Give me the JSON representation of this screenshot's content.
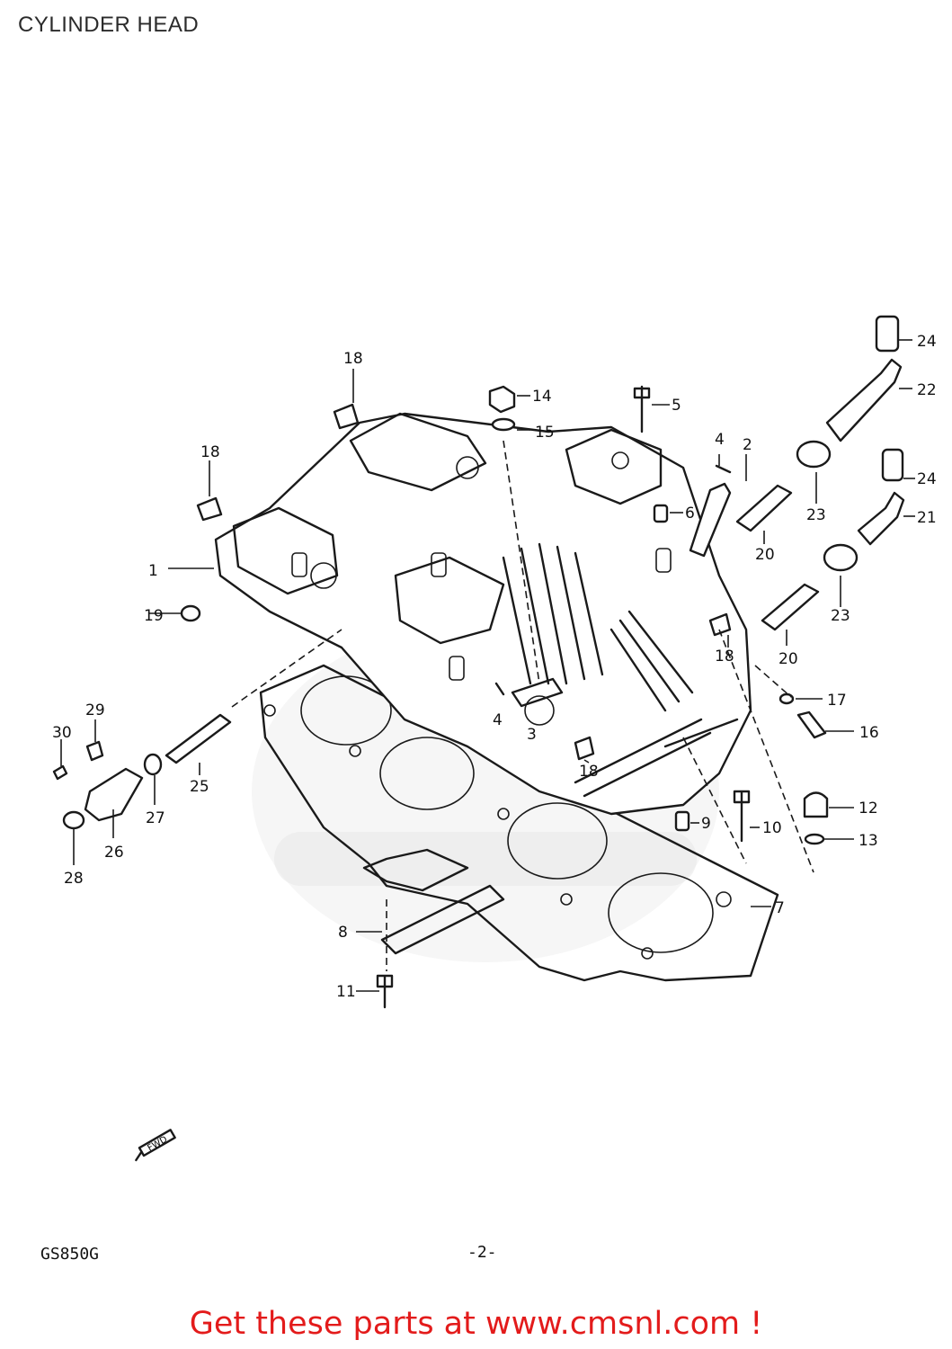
{
  "title": "CYLINDER HEAD",
  "model_code": "GS850G",
  "page_number": "-2-",
  "direction_mark": "FWD",
  "promo_text": "Get these parts at www.cmsnl.com !",
  "watermark": "www.cmsnl.com",
  "part_labels": {
    "p1": "1",
    "p2": "2",
    "p3": "3",
    "p4a": "4",
    "p4b": "4",
    "p5": "5",
    "p6": "6",
    "p7": "7",
    "p8": "8",
    "p9": "9",
    "p10": "10",
    "p11": "11",
    "p12": "12",
    "p13": "13",
    "p14": "14",
    "p15": "15",
    "p16": "16",
    "p17": "17",
    "p18a": "18",
    "p18b": "18",
    "p18c": "18",
    "p18d": "18",
    "p19": "19",
    "p20a": "20",
    "p20b": "20",
    "p21": "21",
    "p22": "22",
    "p23a": "23",
    "p23b": "23",
    "p24a": "24",
    "p24b": "24",
    "p25": "25",
    "p26": "26",
    "p27": "27",
    "p28": "28",
    "p29": "29",
    "p30": "30"
  },
  "colors": {
    "promo": "#e31b1b",
    "line": "#1a1a1a",
    "title": "#2b2b2b"
  }
}
